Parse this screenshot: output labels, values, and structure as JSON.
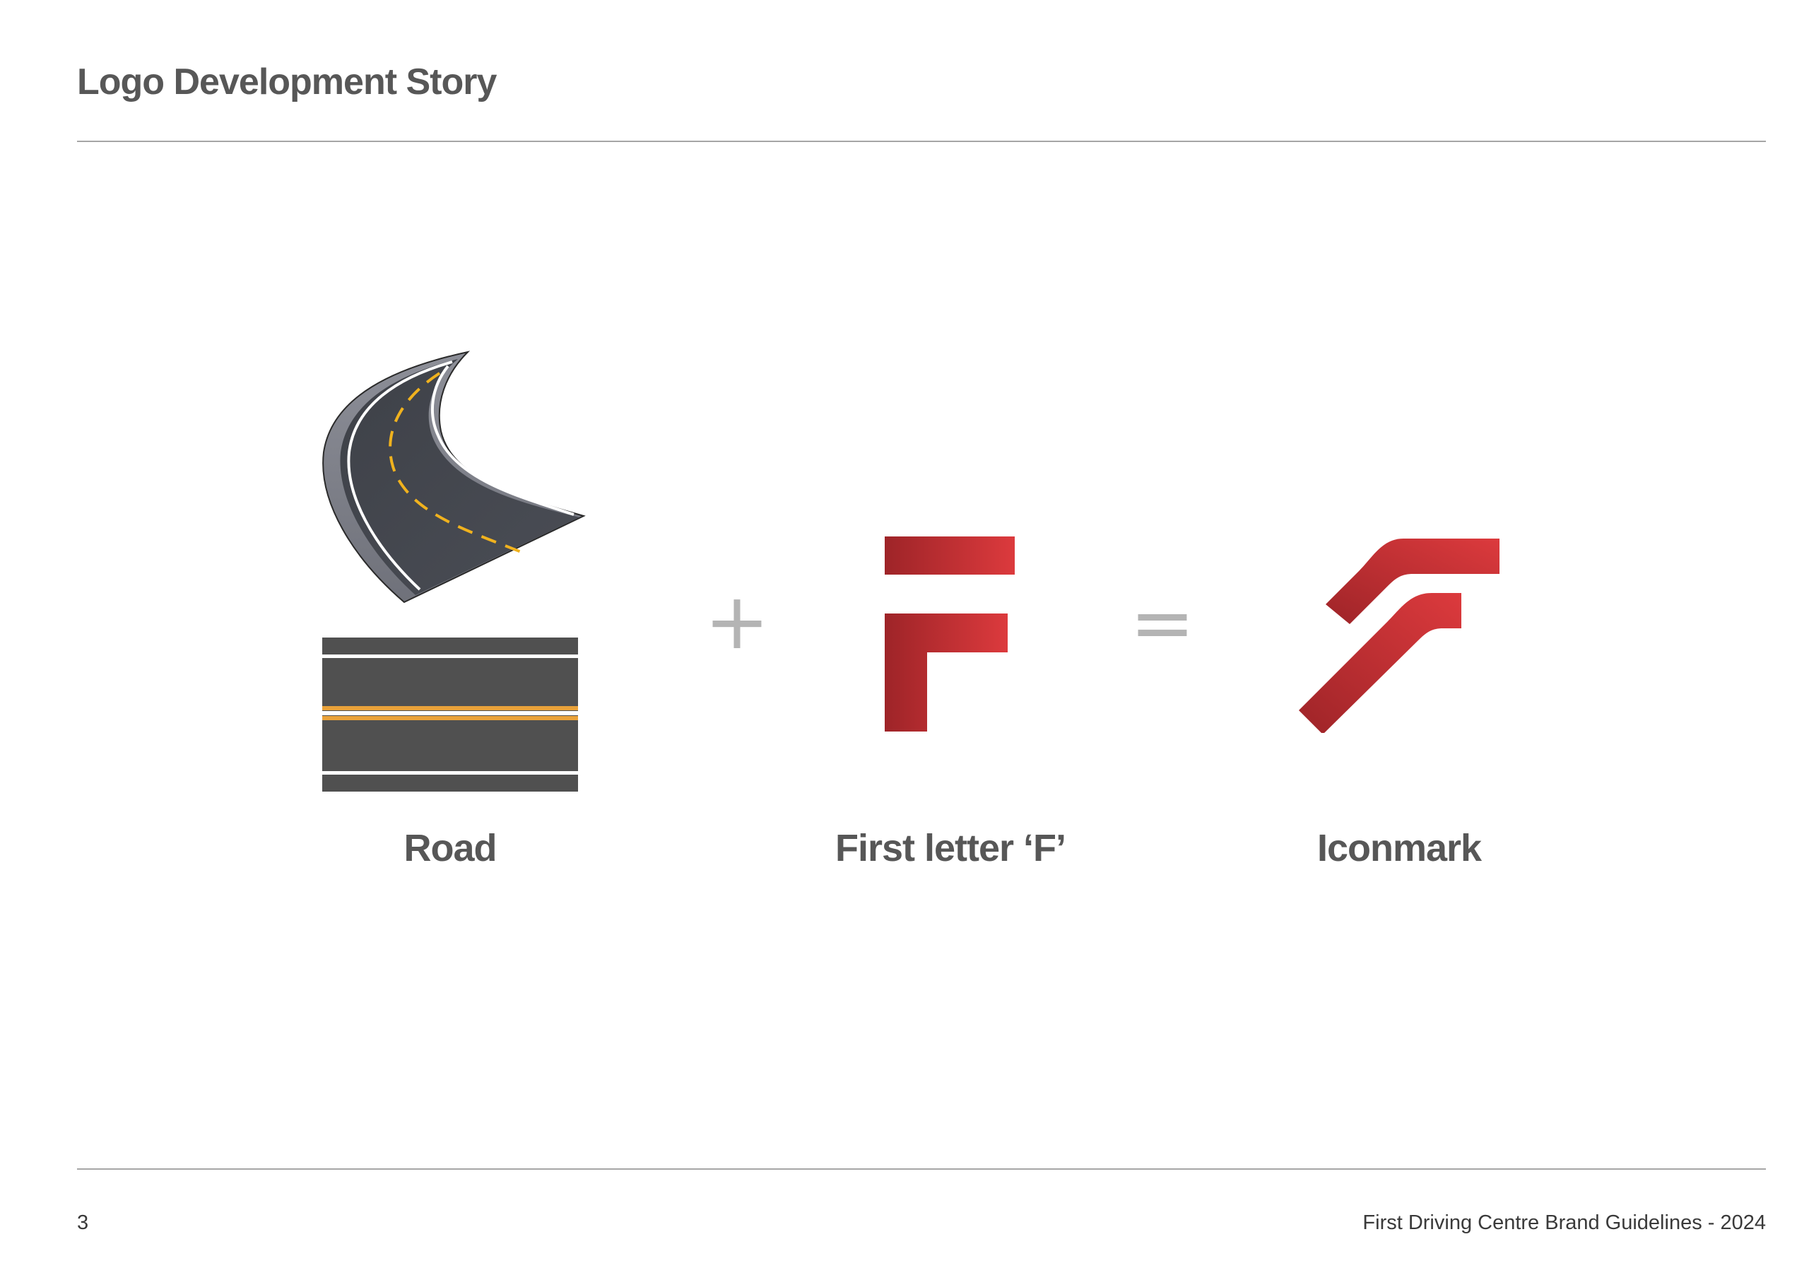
{
  "page": {
    "title": "Logo Development Story",
    "page_number": "3",
    "footer": "First Driving Centre Brand Guidelines - 2024"
  },
  "story": {
    "operators": {
      "plus": "+",
      "equals": "="
    },
    "captions": {
      "road": "Road",
      "letter": "First letter ‘F’",
      "iconmark": "Iconmark"
    },
    "icons": {
      "road_curve": "curved-road-illustration",
      "road_straight": "straight-road-illustration",
      "letter_f": "letter-f-mark",
      "iconmark": "iconmark-logo"
    }
  },
  "colors": {
    "text": "#575757",
    "rule": "#a6a6a6",
    "operator": "#b4b4b4",
    "brand_red_light": "#d63a3c",
    "brand_red_dark": "#9e2428",
    "asphalt": "#505050",
    "road_yellow": "#e9a23a"
  }
}
